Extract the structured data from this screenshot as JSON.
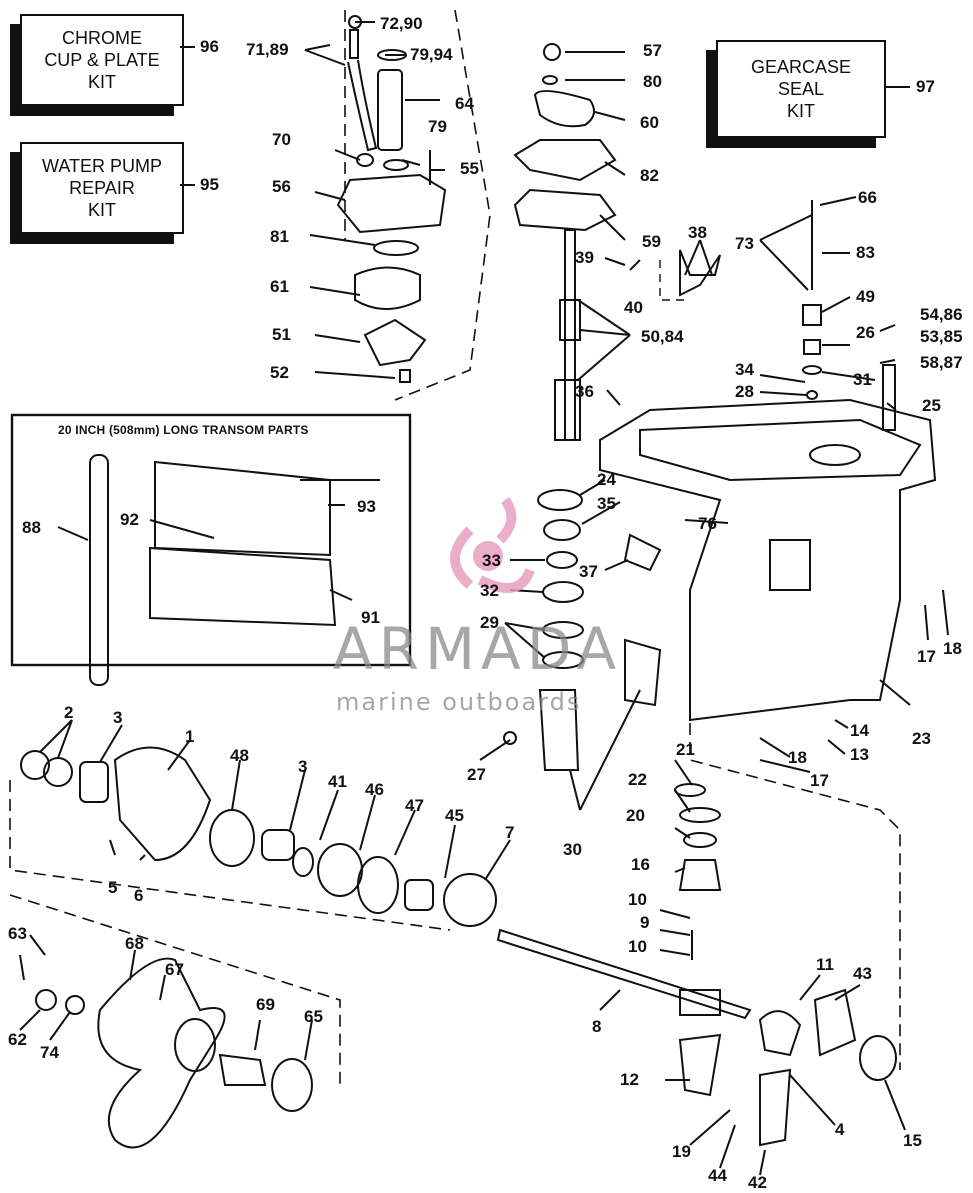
{
  "kits": {
    "chrome_cup": "CHROME\nCUP & PLATE\nKIT",
    "chrome_cup_num": "96",
    "water_pump": "WATER PUMP\nREPAIR\nKIT",
    "water_pump_num": "95",
    "gearcase_seal": "GEARCASE\nSEAL\nKIT",
    "gearcase_seal_num": "97"
  },
  "inset": {
    "title": "20 INCH (508mm) LONG TRANSOM PARTS",
    "labels": [
      "88",
      "92",
      "93",
      "91"
    ]
  },
  "watermark": {
    "brand": "ARMADA",
    "tagline": "marine outboards",
    "color": "#e8a0c0"
  },
  "callouts": {
    "c72_90": "72,90",
    "c71_89": "71,89",
    "c79_94": "79,94",
    "c64": "64",
    "c70": "70",
    "c79": "79",
    "c55": "55",
    "c56": "56",
    "c81": "81",
    "c61": "61",
    "c51": "51",
    "c52": "52",
    "c57": "57",
    "c80": "80",
    "c60": "60",
    "c82": "82",
    "c59": "59",
    "c39": "39",
    "c40": "40",
    "c38": "38",
    "c50_84": "50,84",
    "c36": "36",
    "c66": "66",
    "c73": "73",
    "c83": "83",
    "c49": "49",
    "c54_86": "54,86",
    "c26": "26",
    "c53_85": "53,85",
    "c34": "34",
    "c31": "31",
    "c58_87": "58,87",
    "c28": "28",
    "c25": "25",
    "c24": "24",
    "c35": "35",
    "c76": "76",
    "c33": "33",
    "c37": "37",
    "c32": "32",
    "c29": "29",
    "c17a": "17",
    "c18a": "18",
    "c14": "14",
    "c23": "23",
    "c18b": "18",
    "c13": "13",
    "c17b": "17",
    "c2": "2",
    "c3a": "3",
    "c1": "1",
    "c48": "48",
    "c3b": "3",
    "c41": "41",
    "c46": "46",
    "c47": "47",
    "c45": "45",
    "c7": "7",
    "c27": "27",
    "c21": "21",
    "c22": "22",
    "c20": "20",
    "c30": "30",
    "c16": "16",
    "c10a": "10",
    "c9": "9",
    "c10b": "10",
    "c5": "5",
    "c6": "6",
    "c63": "63",
    "c68": "68",
    "c67": "67",
    "c69": "69",
    "c65": "65",
    "c62": "62",
    "c74": "74",
    "c8": "8",
    "c11": "11",
    "c43": "43",
    "c12": "12",
    "c4": "4",
    "c15": "15",
    "c19": "19",
    "c44": "44",
    "c42": "42"
  }
}
